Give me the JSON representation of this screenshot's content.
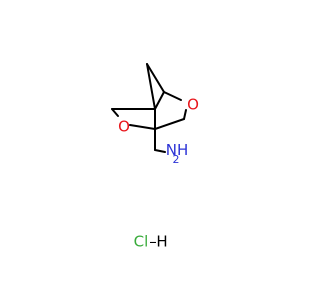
{
  "molecule": {
    "atoms": {
      "o_upper": {
        "symbol": "O"
      },
      "o_lower": {
        "symbol": "O"
      },
      "n_amine": {
        "symbol": "NH",
        "subscript": "2"
      },
      "salt": {
        "symbol": "Cl",
        "separator": "–",
        "partner": "H"
      }
    },
    "colors": {
      "bond": "#000000",
      "oxygen": "#e8151b",
      "nitrogen": "#2c33d6",
      "chlorine": "#38ab3a",
      "hydrogen": "#000000",
      "background": "#ffffff"
    }
  }
}
